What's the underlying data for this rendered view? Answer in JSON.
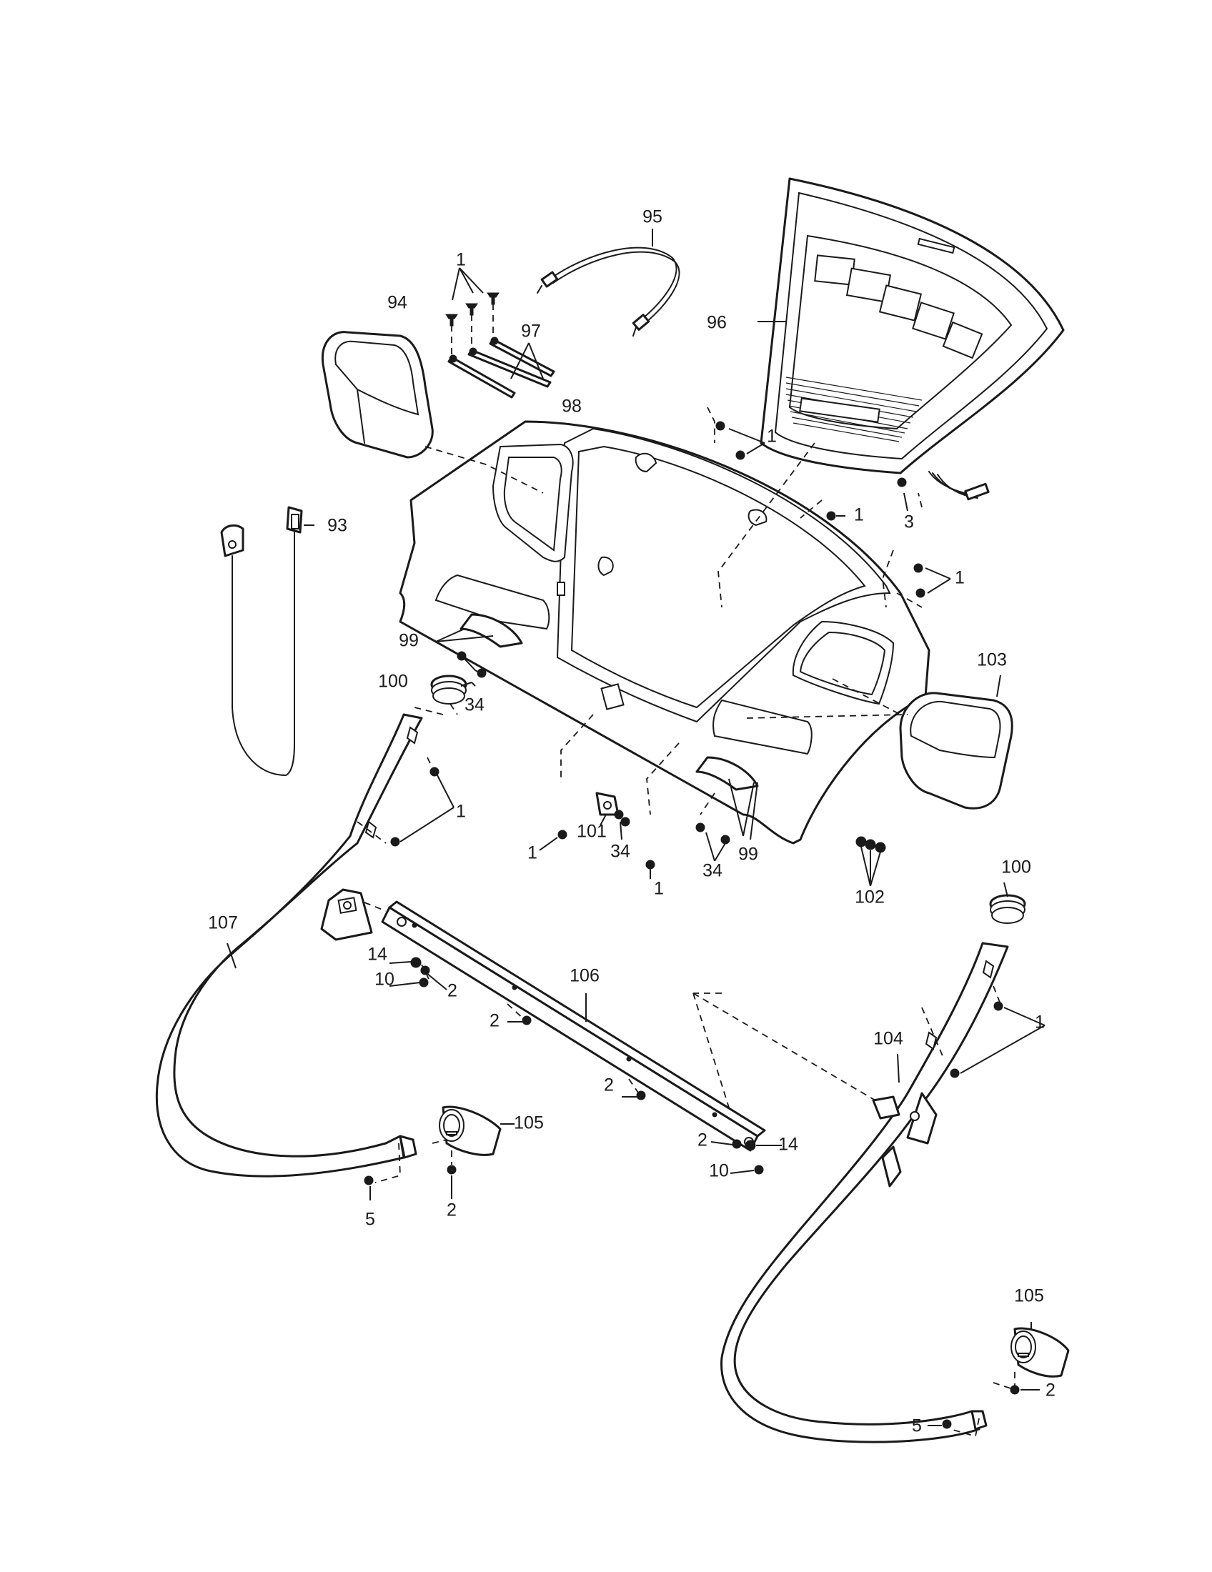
{
  "colors": {
    "line": "#1a1a1a",
    "background": "#ffffff"
  },
  "labels": {
    "l1_top": "1",
    "l94": "94",
    "l95": "95",
    "l97": "97",
    "l96": "96",
    "l98": "98",
    "l1_a": "1",
    "l1_b": "1",
    "l3": "3",
    "l1_c": "1",
    "l93": "93",
    "l99_a": "99",
    "l100_a": "100",
    "l34_a": "34",
    "l103": "103",
    "l1_d": "1",
    "l101": "101",
    "l34_b": "34",
    "l1_e": "1",
    "l1_f": "1",
    "l34_c": "34",
    "l99_b": "99",
    "l102": "102",
    "l100_b": "100",
    "l107": "107",
    "l14_a": "14",
    "l10_a": "10",
    "l2_a": "2",
    "l106": "106",
    "l2_b": "2",
    "l1_g": "1",
    "l104": "104",
    "l2_c": "2",
    "l105_a": "105",
    "l2_d": "2",
    "l14_b": "14",
    "l10_b": "10",
    "l5_a": "5",
    "l2_e": "2",
    "l105_b": "105",
    "l5_b": "5",
    "l2_f": "2"
  }
}
